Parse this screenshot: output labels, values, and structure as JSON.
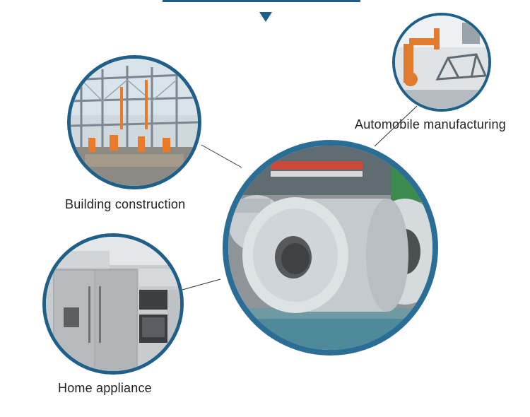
{
  "applications": [
    {
      "id": "building",
      "label": "Building construction",
      "icon": "building-construction-photo"
    },
    {
      "id": "auto",
      "label": "Automobile manufacturing",
      "icon": "automobile-manufacturing-photo"
    },
    {
      "id": "home",
      "label": "Home appliance",
      "icon": "home-appliance-photo"
    }
  ],
  "product": {
    "icon": "steel-coil-photo"
  },
  "colors": {
    "accent": "#1f5f88",
    "ring": "#2b6e95",
    "text": "#222222"
  }
}
